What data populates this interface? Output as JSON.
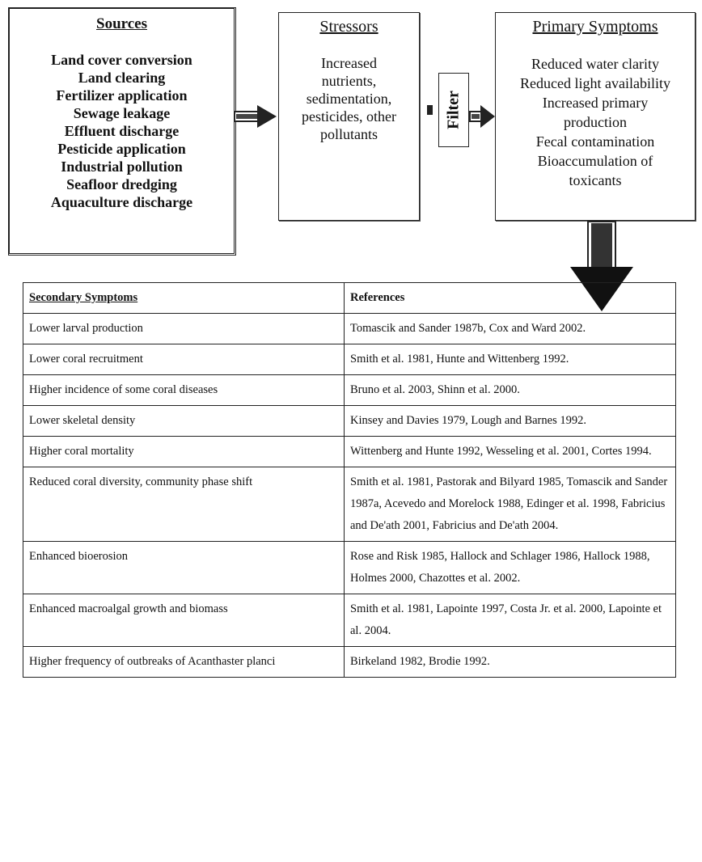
{
  "sources": {
    "title": "Sources",
    "items": [
      "Land cover conversion",
      "Land clearing",
      "Fertilizer application",
      "Sewage leakage",
      "Effluent discharge",
      "Pesticide application",
      "Industrial pollution",
      "Seafloor dredging",
      "Aquaculture discharge"
    ]
  },
  "stressors": {
    "title": "Stressors",
    "lines": [
      "Increased",
      "nutrients,",
      "sedimentation,",
      "pesticides, other",
      "pollutants"
    ]
  },
  "filter": {
    "label": "Filter"
  },
  "primary": {
    "title": "Primary Symptoms",
    "lines": [
      "Reduced water clarity",
      "Reduced light availability",
      "Increased primary",
      "production",
      "Fecal contamination",
      "Bioaccumulation of",
      "toxicants"
    ]
  },
  "table": {
    "headers": [
      "Secondary Symptoms",
      "References"
    ],
    "rows": [
      [
        "Lower larval production",
        "Tomascik and Sander 1987b, Cox and Ward 2002."
      ],
      [
        "Lower coral recruitment",
        "Smith et al. 1981, Hunte and Wittenberg 1992."
      ],
      [
        "Higher incidence of some coral diseases",
        "Bruno et al. 2003, Shinn et al. 2000."
      ],
      [
        "Lower skeletal density",
        "Kinsey and Davies 1979, Lough and Barnes 1992."
      ],
      [
        "Higher coral mortality",
        "Wittenberg and Hunte 1992, Wesseling et al. 2001, Cortes 1994."
      ],
      [
        "Reduced coral diversity, community phase shift",
        "Smith et al. 1981, Pastorak and Bilyard 1985, Tomascik and Sander 1987a, Acevedo and Morelock 1988, Edinger et al. 1998, Fabricius and De'ath 2001, Fabricius and De'ath 2004."
      ],
      [
        "Enhanced bioerosion",
        "Rose and Risk 1985, Hallock and Schlager 1986, Hallock 1988, Holmes 2000, Chazottes et al. 2002."
      ],
      [
        "Enhanced macroalgal growth and biomass",
        "Smith et al. 1981, Lapointe 1997, Costa Jr. et al. 2000, Lapointe et al. 2004."
      ],
      [
        "Higher frequency of outbreaks of Acanthaster planci",
        "Birkeland 1982, Brodie 1992."
      ]
    ]
  }
}
